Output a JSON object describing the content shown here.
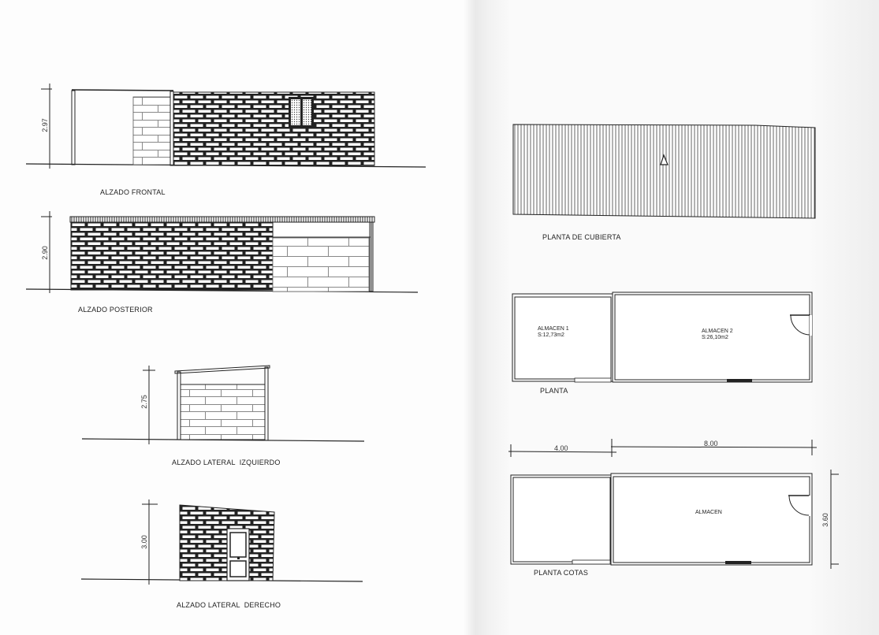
{
  "sheet": {
    "left_page": {
      "elevations": [
        {
          "id": "frontal",
          "title": "ALZADO FRONTAL",
          "height_dim": "2.97"
        },
        {
          "id": "posterior",
          "title": "ALZADO POSTERIOR",
          "height_dim": "2.90"
        },
        {
          "id": "lateral_izquierdo",
          "title": "ALZADO LATERAL  IZQUIERDO",
          "height_dim": "2.75"
        },
        {
          "id": "lateral_derecho",
          "title": "ALZADO LATERAL  DERECHO",
          "height_dim": "3.00"
        }
      ]
    },
    "right_page": {
      "roof_plan": {
        "title": "PLANTA DE CUBIERTA",
        "slope_symbol": "triangle-icon"
      },
      "floor_plan": {
        "title": "PLANTA",
        "rooms": [
          {
            "name": "ALMACEN 1",
            "area": "S:12,73m2"
          },
          {
            "name": "ALMACEN 2",
            "area": "S:26,10m2"
          }
        ]
      },
      "dimension_plan": {
        "title": "PLANTA COTAS",
        "room": "ALMACEN",
        "dims": {
          "width_left": "4.00",
          "width_right": "8.00",
          "depth": "3.60"
        }
      }
    }
  },
  "colors": {
    "ink": "#222222",
    "paper": "#fcfcfc",
    "hatch": "#555555"
  }
}
